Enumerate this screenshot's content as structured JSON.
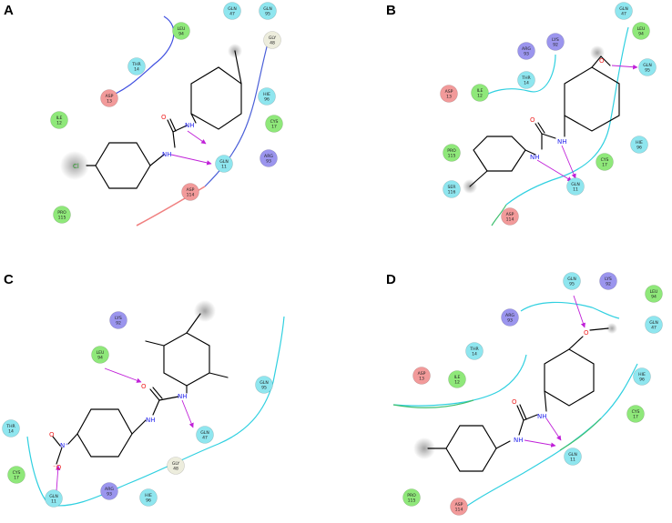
{
  "colors": {
    "hydrophobic": "#8fe87a",
    "polar": "#8fe6ef",
    "positive": "#9b95ee",
    "negative": "#f29a9a",
    "glycine": "#ededdd",
    "hbond": "#c020d8",
    "nitrogen": "#2525ee",
    "oxygen": "#ee2020",
    "chlorine": "#2a9a2a"
  },
  "panels": [
    {
      "letter": "A",
      "residues": [
        {
          "name": "GLN",
          "num": "47",
          "type": "polar"
        },
        {
          "name": "GLN",
          "num": "95",
          "type": "polar"
        },
        {
          "name": "LEU",
          "num": "94",
          "type": "hydrophobic"
        },
        {
          "name": "GLY",
          "num": "48",
          "type": "glycine"
        },
        {
          "name": "THR",
          "num": "14",
          "type": "polar"
        },
        {
          "name": "HIE",
          "num": "96",
          "type": "polar"
        },
        {
          "name": "ASP",
          "num": "13",
          "type": "negative"
        },
        {
          "name": "CYS",
          "num": "17",
          "type": "hydrophobic"
        },
        {
          "name": "ILE",
          "num": "12",
          "type": "hydrophobic"
        },
        {
          "name": "GLN",
          "num": "11",
          "type": "polar"
        },
        {
          "name": "ARG",
          "num": "93",
          "type": "positive"
        },
        {
          "name": "ASP",
          "num": "114",
          "type": "negative"
        },
        {
          "name": "PRO",
          "num": "115",
          "type": "hydrophobic"
        }
      ],
      "atom_labels": [
        "O",
        "NH",
        "NH",
        "Cl"
      ]
    },
    {
      "letter": "B",
      "residues": [
        {
          "name": "GLN",
          "num": "47",
          "type": "polar"
        },
        {
          "name": "LEU",
          "num": "94",
          "type": "hydrophobic"
        },
        {
          "name": "LYS",
          "num": "92",
          "type": "positive"
        },
        {
          "name": "ARG",
          "num": "93",
          "type": "positive"
        },
        {
          "name": "GLN",
          "num": "95",
          "type": "polar"
        },
        {
          "name": "THR",
          "num": "14",
          "type": "polar"
        },
        {
          "name": "ASP",
          "num": "13",
          "type": "negative"
        },
        {
          "name": "ILE",
          "num": "12",
          "type": "hydrophobic"
        },
        {
          "name": "HIE",
          "num": "96",
          "type": "polar"
        },
        {
          "name": "PRO",
          "num": "115",
          "type": "hydrophobic"
        },
        {
          "name": "CYS",
          "num": "17",
          "type": "hydrophobic"
        },
        {
          "name": "SER",
          "num": "116",
          "type": "polar"
        },
        {
          "name": "GLN",
          "num": "11",
          "type": "polar"
        },
        {
          "name": "ASP",
          "num": "114",
          "type": "negative"
        }
      ],
      "atom_labels": [
        "O",
        "O",
        "NH",
        "NH"
      ]
    },
    {
      "letter": "C",
      "residues": [
        {
          "name": "LYS",
          "num": "92",
          "type": "positive"
        },
        {
          "name": "LEU",
          "num": "94",
          "type": "hydrophobic"
        },
        {
          "name": "GLN",
          "num": "95",
          "type": "polar"
        },
        {
          "name": "THR",
          "num": "14",
          "type": "polar"
        },
        {
          "name": "GLN",
          "num": "47",
          "type": "polar"
        },
        {
          "name": "GLY",
          "num": "48",
          "type": "glycine"
        },
        {
          "name": "CYS",
          "num": "17",
          "type": "hydrophobic"
        },
        {
          "name": "ARG",
          "num": "93",
          "type": "positive"
        },
        {
          "name": "HIE",
          "num": "96",
          "type": "polar"
        },
        {
          "name": "GLN",
          "num": "11",
          "type": "polar"
        }
      ],
      "atom_labels": [
        "O",
        "NH",
        "NH",
        "N⁺",
        "O",
        "⁻O"
      ]
    },
    {
      "letter": "D",
      "residues": [
        {
          "name": "GLN",
          "num": "95",
          "type": "polar"
        },
        {
          "name": "LYS",
          "num": "92",
          "type": "positive"
        },
        {
          "name": "LEU",
          "num": "94",
          "type": "hydrophobic"
        },
        {
          "name": "ARG",
          "num": "93",
          "type": "positive"
        },
        {
          "name": "GLN",
          "num": "47",
          "type": "polar"
        },
        {
          "name": "THR",
          "num": "14",
          "type": "polar"
        },
        {
          "name": "ASP",
          "num": "13",
          "type": "negative"
        },
        {
          "name": "ILE",
          "num": "12",
          "type": "hydrophobic"
        },
        {
          "name": "HIE",
          "num": "96",
          "type": "polar"
        },
        {
          "name": "CYS",
          "num": "17",
          "type": "hydrophobic"
        },
        {
          "name": "GLN",
          "num": "11",
          "type": "polar"
        },
        {
          "name": "PRO",
          "num": "115",
          "type": "hydrophobic"
        },
        {
          "name": "ASP",
          "num": "114",
          "type": "negative"
        }
      ],
      "atom_labels": [
        "O",
        "O",
        "NH",
        "NH"
      ]
    }
  ]
}
